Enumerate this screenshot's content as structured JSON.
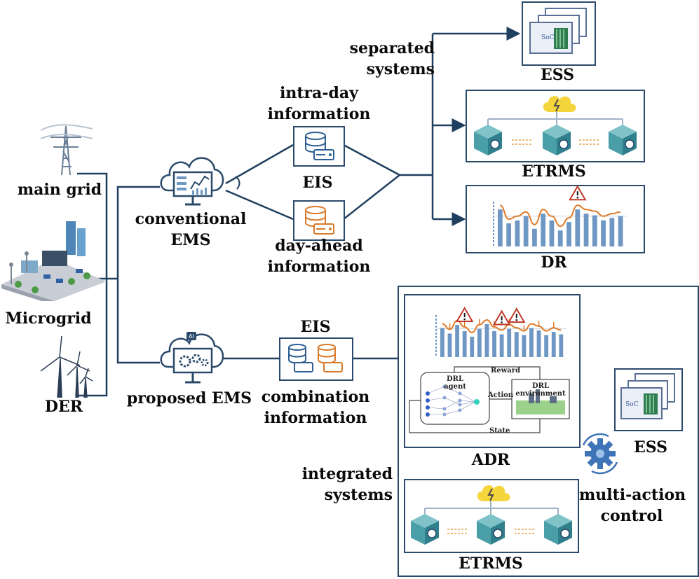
{
  "nodes": {
    "main_grid": "main grid",
    "microgrid": "Microgrid",
    "der": "DER",
    "conventional_ems": [
      "conventional",
      "EMS"
    ],
    "proposed_ems": "proposed EMS",
    "intra_day": [
      "intra-day",
      "information"
    ],
    "eis_top": "EIS",
    "day_ahead": [
      "day-ahead",
      "information"
    ],
    "eis_bottom": "EIS",
    "combination": [
      "combination",
      "information"
    ],
    "separated": [
      "separated",
      "systems"
    ],
    "integrated": [
      "integrated",
      "systems"
    ],
    "ess_top": "ESS",
    "etrms_top": "ETRMS",
    "dr": "DR",
    "adr": "ADR",
    "ess_bottom": "ESS",
    "multi_action": [
      "multi-action",
      "control"
    ],
    "etrms_bottom": "ETRMS"
  },
  "drl": {
    "agent": [
      "DRL",
      "agent"
    ],
    "environment": [
      "DRL",
      "environment"
    ],
    "reward": "Reward",
    "action": "Action",
    "state": "State"
  },
  "ess_icon_label": "SoC",
  "dr_bar_levels": [
    0.88,
    0.55,
    0.62,
    0.72,
    0.42,
    0.78,
    0.62,
    0.38,
    0.58,
    0.88,
    0.78,
    0.74,
    0.62,
    0.68,
    0.72
  ],
  "adr_bar_levels": [
    0.74,
    0.6,
    0.82,
    0.66,
    0.52,
    0.72,
    0.84,
    0.66,
    0.58,
    0.72,
    0.64,
    0.56,
    0.74,
    0.68,
    0.56,
    0.64,
    0.58
  ],
  "colors": {
    "line": "#1f3f5f",
    "box_border": "#2b4a6b",
    "bar": "#6f97c4",
    "trend": "#e07b28",
    "eis_top_icon": "#2f5f92",
    "eis_bottom_icon": "#d97a2b",
    "cloud": "#f5d53c",
    "block": "#4a9ea8"
  }
}
